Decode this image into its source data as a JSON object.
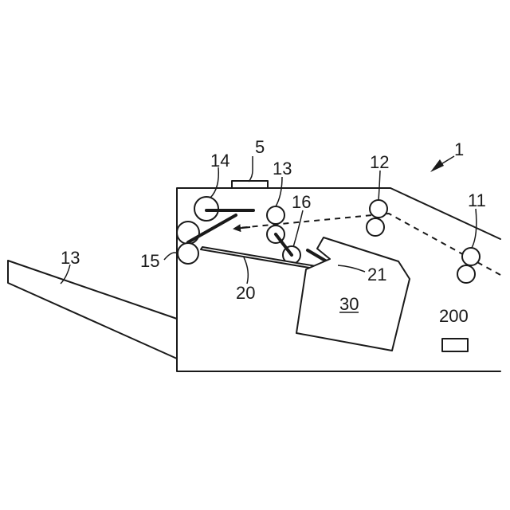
{
  "labels": {
    "device": "1",
    "top_part": "5",
    "roller_11": "11",
    "roller_12": "12",
    "roller_13": "13",
    "roller_14": "14",
    "roller_15": "15",
    "roller_16": "16",
    "tray_13": "13",
    "plate_20": "20",
    "part_21": "21",
    "unit_30": "30",
    "controller_200": "200"
  }
}
